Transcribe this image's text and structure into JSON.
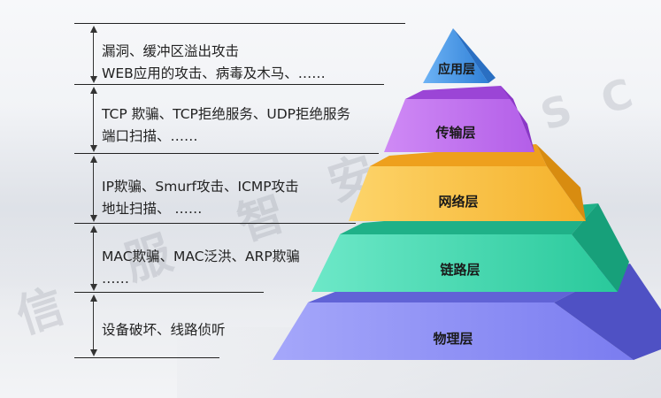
{
  "watermark": {
    "chars": [
      "信",
      "服",
      "智",
      "安",
      "S",
      "C"
    ]
  },
  "layers": [
    {
      "id": "application",
      "name": "应用层",
      "attacks": [
        "漏洞、缓冲区溢出攻击",
        " WEB应用的攻击、病毒及木马、……"
      ],
      "color": "#3d8fe0"
    },
    {
      "id": "transport",
      "name": "传输层",
      "attacks": [
        "TCP 欺骗、TCP拒绝服务、UDP拒绝服务",
        "端口扫描、……"
      ],
      "color": "#b35ee8"
    },
    {
      "id": "network",
      "name": "网络层",
      "attacks": [
        "IP欺骗、Smurf攻击、ICMP攻击",
        "地址扫描、 ……"
      ],
      "color": "#f5b72c"
    },
    {
      "id": "link",
      "name": "链路层",
      "attacks": [
        "MAC欺骗、MAC泛洪、ARP欺骗",
        "……"
      ],
      "color": "#2fd0a4"
    },
    {
      "id": "physical",
      "name": "物理层",
      "attacks": [
        "设备破坏、线路侦听"
      ],
      "color": "#7a7cf0"
    }
  ]
}
